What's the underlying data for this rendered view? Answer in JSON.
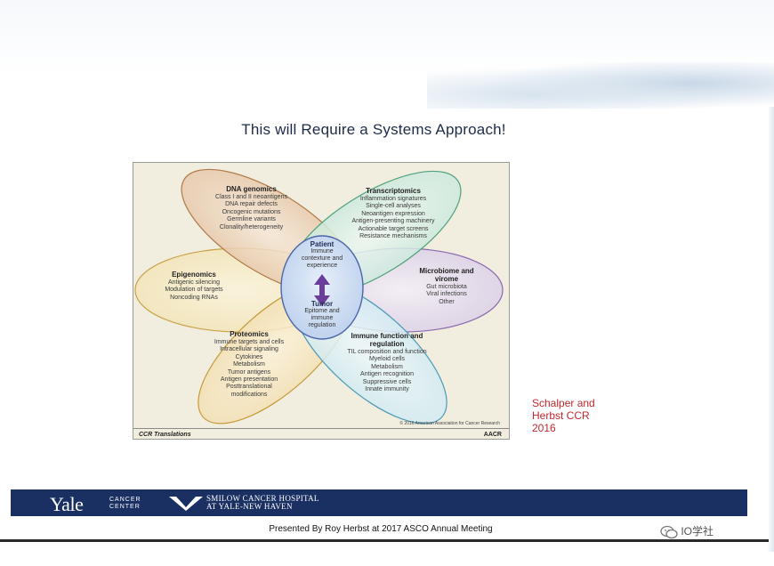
{
  "slide": {
    "title": "This will Require a Systems Approach!",
    "citation_lines": [
      "Schalper and",
      "Herbst CCR",
      "2016"
    ],
    "presented_by": "Presented By Roy Herbst at 2017 ASCO Annual Meeting"
  },
  "figure": {
    "footer_left": "CCR Translations",
    "footer_right": "AACR",
    "copyright": "© 2016 American Association for Cancer Research",
    "center": {
      "top_title": "Patient",
      "top_lines": [
        "Immune",
        "contexture and",
        "experience"
      ],
      "bottom_title": "Tumor",
      "bottom_lines": [
        "Epitome and",
        "immune",
        "regulation"
      ]
    },
    "petals": [
      {
        "key": "dna",
        "title": "DNA genomics",
        "lines": [
          "Class I and II neoantigens",
          "DNA repair defects",
          "Oncogenic mutations",
          "Germline variants",
          "Clonality/heterogeneity"
        ]
      },
      {
        "key": "transcriptomics",
        "title": "Transcriptomics",
        "lines": [
          "Inflammation signatures",
          "Single-cell analyses",
          "Neoantigen expression",
          "Antigen-presenting machinery",
          "Actionable target screens",
          "Resistance mechanisms"
        ]
      },
      {
        "key": "epigenomics",
        "title": "Epigenomics",
        "lines": [
          "Antigenic silencing",
          "Modulation of targets",
          "Noncoding RNAs"
        ]
      },
      {
        "key": "microbiome",
        "title": "Microbiome and virome",
        "lines": [
          "Gut microbiota",
          "Viral infections",
          "Other"
        ]
      },
      {
        "key": "proteomics",
        "title": "Proteomics",
        "lines": [
          "Immune targets and cells",
          "Intracellular signaling",
          "Cytokines",
          "Metabolism",
          "Tumor antigens",
          "Antigen presentation",
          "Posttranslational",
          "modifications"
        ]
      },
      {
        "key": "immune",
        "title": "Immune function and regulation",
        "lines": [
          "TIL composition and function",
          "Myeloid cells",
          "Metabolism",
          "Antigen recognition",
          "Suppressive cells",
          "Innate immunity"
        ]
      }
    ],
    "colors": {
      "dna": "#e4c4a4",
      "transcriptomics": "#c6e6d8",
      "epigenomics": "#f1e2b2",
      "microbiome": "#d7cbe4",
      "proteomics": "#f1ddae",
      "immune": "#cde8f0",
      "center": "#bcd0ec",
      "arrow": "#6a3d9a"
    }
  },
  "branding": {
    "yale_word": "Yale",
    "yale_sub": [
      "CANCER",
      "CENTER"
    ],
    "smilow_lines": [
      "SMILOW CANCER HOSPITAL",
      "AT YALE-NEW HAVEN"
    ],
    "bar_color": "#1a3063"
  },
  "watermark": {
    "text": "IO学社",
    "icon": "wechat-icon"
  }
}
